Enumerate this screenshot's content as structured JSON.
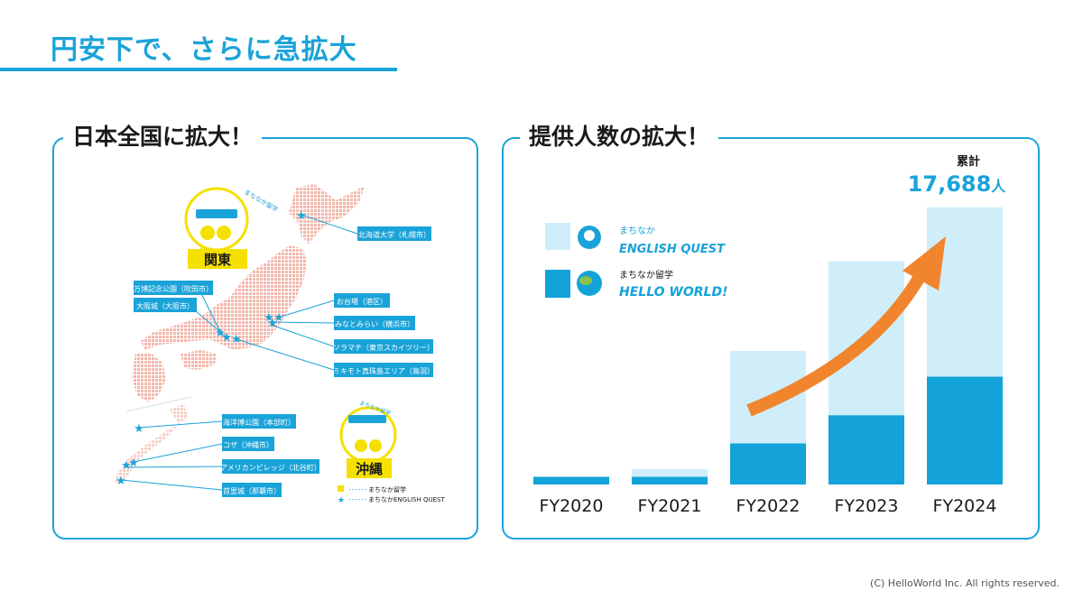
{
  "slide": {
    "title": "円安下で、さらに急拡大",
    "copyright": "(C) HelloWorld Inc. All rights reserved."
  },
  "map_panel": {
    "heading": "日本全国に拡大！",
    "kanto_badge": "関東",
    "okinawa_badge": "沖縄",
    "mascot_caption": "まちなか留学",
    "locations": [
      {
        "label": "北海道大学（札幌市）",
        "marker": "star"
      },
      {
        "label": "万博記念公園（吹田市）",
        "marker": "star"
      },
      {
        "label": "大阪城（大阪市）",
        "marker": "star"
      },
      {
        "label": "お台場（港区）",
        "marker": "star"
      },
      {
        "label": "みなとみらい（横浜市）",
        "marker": "star"
      },
      {
        "label": "ソラマチ（東京スカイツリー）",
        "marker": "star"
      },
      {
        "label": "ミキモト真珠島エリア（鳥羽）",
        "marker": "star"
      },
      {
        "label": "海洋博公園（本部町）",
        "marker": "star"
      },
      {
        "label": "コザ（沖縄市）",
        "marker": "star"
      },
      {
        "label": "アメリカンビレッジ（北谷町）",
        "marker": "star"
      },
      {
        "label": "首里城（那覇市）",
        "marker": "star"
      }
    ],
    "legend": [
      {
        "label": "まちなか留学",
        "marker": "square",
        "color": "#f5e000"
      },
      {
        "label": "まちなかENGLISH QUEST",
        "marker": "star",
        "color": "#1aa3d9"
      }
    ]
  },
  "chart_panel": {
    "heading": "提供人数の拡大！",
    "cumulative_label": "累計",
    "cumulative_value": "17,688",
    "cumulative_unit": "人",
    "legend": [
      {
        "brand_top": "まちなか",
        "brand_main": "ENGLISH QUEST",
        "color": "#cfeefa",
        "icon": "magnifier-icon"
      },
      {
        "brand_top": "まちなか留学",
        "brand_main": "HELLO WORLD!",
        "color": "#13a3d9",
        "icon": "globe-icon"
      }
    ]
  },
  "chart_data": {
    "type": "bar",
    "stacked": true,
    "categories": [
      "FY2020",
      "FY2021",
      "FY2022",
      "FY2023",
      "FY2024"
    ],
    "series": [
      {
        "name": "まちなか留学 HELLO WORLD!",
        "color": "#13a3d9",
        "values": [
          0.3,
          0.3,
          1.6,
          2.7,
          4.2
        ]
      },
      {
        "name": "まちなか ENGLISH QUEST",
        "color": "#cfeefa",
        "values": [
          0,
          0.3,
          3.6,
          6.0,
          6.6
        ]
      }
    ],
    "ylim": [
      0,
      11
    ],
    "grid": false,
    "legend_position": "top-left",
    "annotation": {
      "label": "累計",
      "value": "17,688人"
    },
    "trend_arrow": true
  }
}
